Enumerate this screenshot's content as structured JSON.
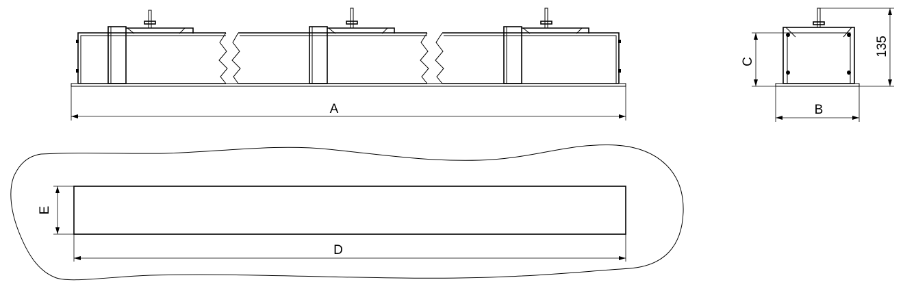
{
  "labels": {
    "a": "A",
    "b": "B",
    "c": "C",
    "d": "D",
    "e": "E",
    "height": "135"
  }
}
